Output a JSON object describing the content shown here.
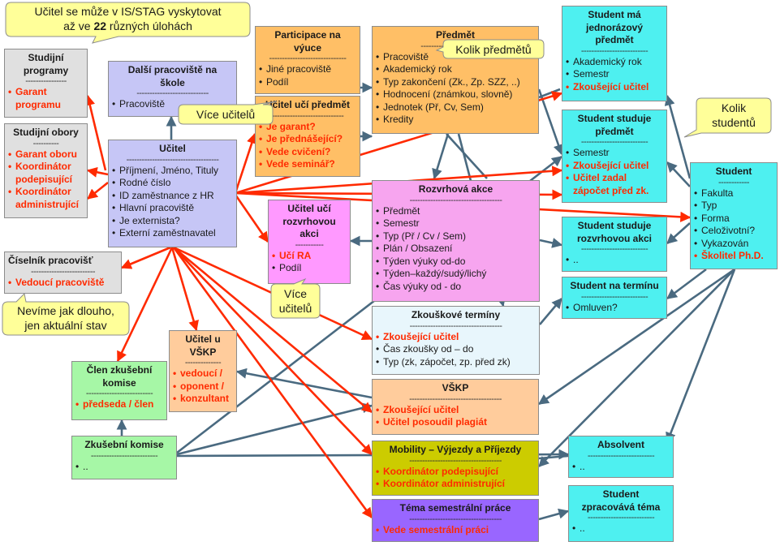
{
  "callouts": {
    "top_line1": "Učitel se může v IS/STAG vyskytovat",
    "top_line2_pre": "až ve ",
    "top_line2_num": "22",
    "top_line2_post": " různých úlohách",
    "vice_ucitelu_1": "Více učitelů",
    "kolik_predmetu": "Kolik předmětů",
    "kolik_studentu_1": "Kolik",
    "kolik_studentu_2": "studentů",
    "vice_ucitelu_2_line1": "Více",
    "vice_ucitelu_2_line2": "učitelů",
    "nevime_line1": "Nevíme jak dlouho,",
    "nevime_line2": "jen aktuální stav"
  },
  "boxes": {
    "studijni_programy": {
      "title": [
        "Studijní",
        "programy"
      ],
      "sep": "----------------",
      "items": [
        {
          "t": "Garant programu",
          "red": true
        }
      ]
    },
    "studijni_obory": {
      "title": [
        "Studijní obory"
      ],
      "sep": "----------",
      "items": [
        {
          "t": "Garant oboru",
          "red": true
        },
        {
          "t": "Koordinátor podepisující",
          "red": true
        },
        {
          "t": "Koordinátor administrující",
          "red": true
        }
      ]
    },
    "dalsi_pracoviste": {
      "title": [
        "Další pracoviště na",
        "škole"
      ],
      "sep": "----------------------------",
      "items": [
        {
          "t": "Pracoviště",
          "red": false
        }
      ]
    },
    "ucitel": {
      "title": [
        "Učitel"
      ],
      "sep": "------------------------------------",
      "items": [
        {
          "t": "Příjmení, Jméno, Tituly",
          "red": false
        },
        {
          "t": "Rodné číslo",
          "red": false
        },
        {
          "t": "ID zaměstnance z HR",
          "red": false
        },
        {
          "t": "Hlavní pracoviště",
          "red": false
        },
        {
          "t": "Je externista?",
          "red": false
        },
        {
          "t": "Externí zaměstnavatel",
          "red": false
        }
      ]
    },
    "ciselnik": {
      "title": [
        "Číselník pracovišť"
      ],
      "sep": "-------------------------",
      "items": [
        {
          "t": "Vedoucí pracoviště",
          "red": true
        }
      ]
    },
    "participace": {
      "title": [
        "Participace na",
        "výuce"
      ],
      "sep": "------------------------------",
      "items": [
        {
          "t": "Jiné pracoviště",
          "red": false
        },
        {
          "t": "Podíl",
          "red": false
        }
      ]
    },
    "ucitel_uci_predmet": {
      "title": [
        "Učitel učí předmět"
      ],
      "sep": "----------------------------",
      "items": [
        {
          "t": "Je garant?",
          "red": true
        },
        {
          "t": "Je přednášející?",
          "red": true
        },
        {
          "t": "Vede cvičení?",
          "red": true
        },
        {
          "t": "Vede seminář?",
          "red": true
        }
      ]
    },
    "predmet": {
      "title": [
        "Předmět"
      ],
      "sep": "---------------------------",
      "items": [
        {
          "t": "Pracoviště",
          "red": false
        },
        {
          "t": "Akademický rok",
          "red": false
        },
        {
          "t": "Typ zakončení (Zk., Zp. SZZ, ..)",
          "red": false
        },
        {
          "t": "Hodnocení (známkou, slovně)",
          "red": false
        },
        {
          "t": "Jednotek (Př, Cv, Sem)",
          "red": false
        },
        {
          "t": "Kredity",
          "red": false
        }
      ]
    },
    "ucitel_uci_rozvrhovou": {
      "title": [
        "Učitel učí",
        "rozvrhovou",
        "akci"
      ],
      "sep": "-----------",
      "items": [
        {
          "t": "Učí RA",
          "red": true
        },
        {
          "t": "Podíl",
          "red": false
        }
      ]
    },
    "rozvrhova_akce": {
      "title": [
        "Rozvrhová akce"
      ],
      "sep": "------------------------------------",
      "items": [
        {
          "t": "Předmět",
          "red": false
        },
        {
          "t": "Semestr",
          "red": false
        },
        {
          "t": "Typ (Př / Cv / Sem)",
          "red": false
        },
        {
          "t": "Plán / Obsazení",
          "red": false
        },
        {
          "t": "Týden výuky od-do",
          "red": false
        },
        {
          "t": "Týden–každý/sudý/lichý",
          "red": false
        },
        {
          "t": "Čas výuky od - do",
          "red": false
        }
      ]
    },
    "zkouskove_terminy": {
      "title": [
        "Zkouškové termíny"
      ],
      "sep": "------------------------------------",
      "items": [
        {
          "t": "Zkoušející učitel",
          "red": true
        },
        {
          "t": "Čas zkoušky od – do",
          "red": false
        },
        {
          "t": "Typ (zk, zápočet, zp. před zk)",
          "red": false
        }
      ]
    },
    "ucitel_u_vskp": {
      "title": [
        "Učitel u",
        "VŠKP"
      ],
      "sep": "--------------",
      "items": [
        {
          "t": "vedoucí /",
          "red": true
        },
        {
          "t": "oponent /",
          "red": true
        },
        {
          "t": "konzultant",
          "red": true
        }
      ]
    },
    "clen_komise": {
      "title": [
        "Člen zkušební",
        "komise"
      ],
      "sep": "--------------------------",
      "items": [
        {
          "t": "předseda / člen",
          "red": true
        }
      ]
    },
    "zkusebni_komise": {
      "title": [
        "Zkušební komise"
      ],
      "sep": "--------------------------",
      "items": [
        {
          "t": "..",
          "red": false
        }
      ]
    },
    "vskp": {
      "title": [
        "VŠKP"
      ],
      "sep": "------------------------------------",
      "items": [
        {
          "t": "Zkoušející učitel",
          "red": true
        },
        {
          "t": "Učitel posoudil plagiát",
          "red": true
        }
      ]
    },
    "mobility": {
      "title": [
        "Mobility – Výjezdy a Příjezdy"
      ],
      "sep": "------------------------------------",
      "items": [
        {
          "t": "Koordinátor podepisující",
          "red": true
        },
        {
          "t": "Koordinátor administrující",
          "red": true
        }
      ]
    },
    "tema_semestralni": {
      "title": [
        "Téma semestrální práce"
      ],
      "sep": "------------------------------------",
      "items": [
        {
          "t": "Vede semestrální práci",
          "red": true
        }
      ]
    },
    "student_jednorazovy": {
      "title": [
        "Student má",
        "jednorázový",
        "předmět"
      ],
      "sep": "--------------------------",
      "items": [
        {
          "t": "Akademický rok",
          "red": false
        },
        {
          "t": "Semestr",
          "red": false
        },
        {
          "t": "Zkoušející učitel",
          "red": true
        }
      ]
    },
    "student_studuje_predmet": {
      "title": [
        "Student studuje",
        "předmět"
      ],
      "sep": "--------------------------",
      "items": [
        {
          "t": "Semestr",
          "red": false
        },
        {
          "t": "Zkoušející učitel",
          "red": true
        },
        {
          "t": "Učitel zadal",
          "red": true
        },
        {
          "t": "zápočet před zk.",
          "red": true,
          "nobullet": true
        }
      ]
    },
    "student_studuje_rozvrhovou": {
      "title": [
        "Student studuje",
        "rozvrhovou akci"
      ],
      "sep": "--------------------------",
      "items": [
        {
          "t": "..",
          "red": false
        }
      ]
    },
    "student_na_terminu": {
      "title": [
        "Student na termínu"
      ],
      "sep": "--------------------------",
      "items": [
        {
          "t": "Omluven?",
          "red": false
        }
      ]
    },
    "student": {
      "title": [
        "Student"
      ],
      "sep": "------------",
      "items": [
        {
          "t": "Fakulta",
          "red": false
        },
        {
          "t": "Typ",
          "red": false
        },
        {
          "t": "Forma",
          "red": false
        },
        {
          "t": "Celoživotní?",
          "red": false
        },
        {
          "t": "Vykazován",
          "red": false
        },
        {
          "t": "Školitel Ph.D.",
          "red": true
        }
      ]
    },
    "absolvent": {
      "title": [
        "Absolvent"
      ],
      "sep": "--------------------------",
      "items": [
        {
          "t": "..",
          "red": false
        }
      ]
    },
    "student_zpracovava": {
      "title": [
        "Student",
        "zpracovává téma"
      ],
      "sep": "--------------------------",
      "items": [
        {
          "t": "..",
          "red": false
        }
      ]
    }
  },
  "colors": {
    "red_edge": "#ff2a00",
    "blue_edge": "#4a6a80",
    "red_text": "#ff2a00",
    "callout_fill": "#ffff99"
  }
}
